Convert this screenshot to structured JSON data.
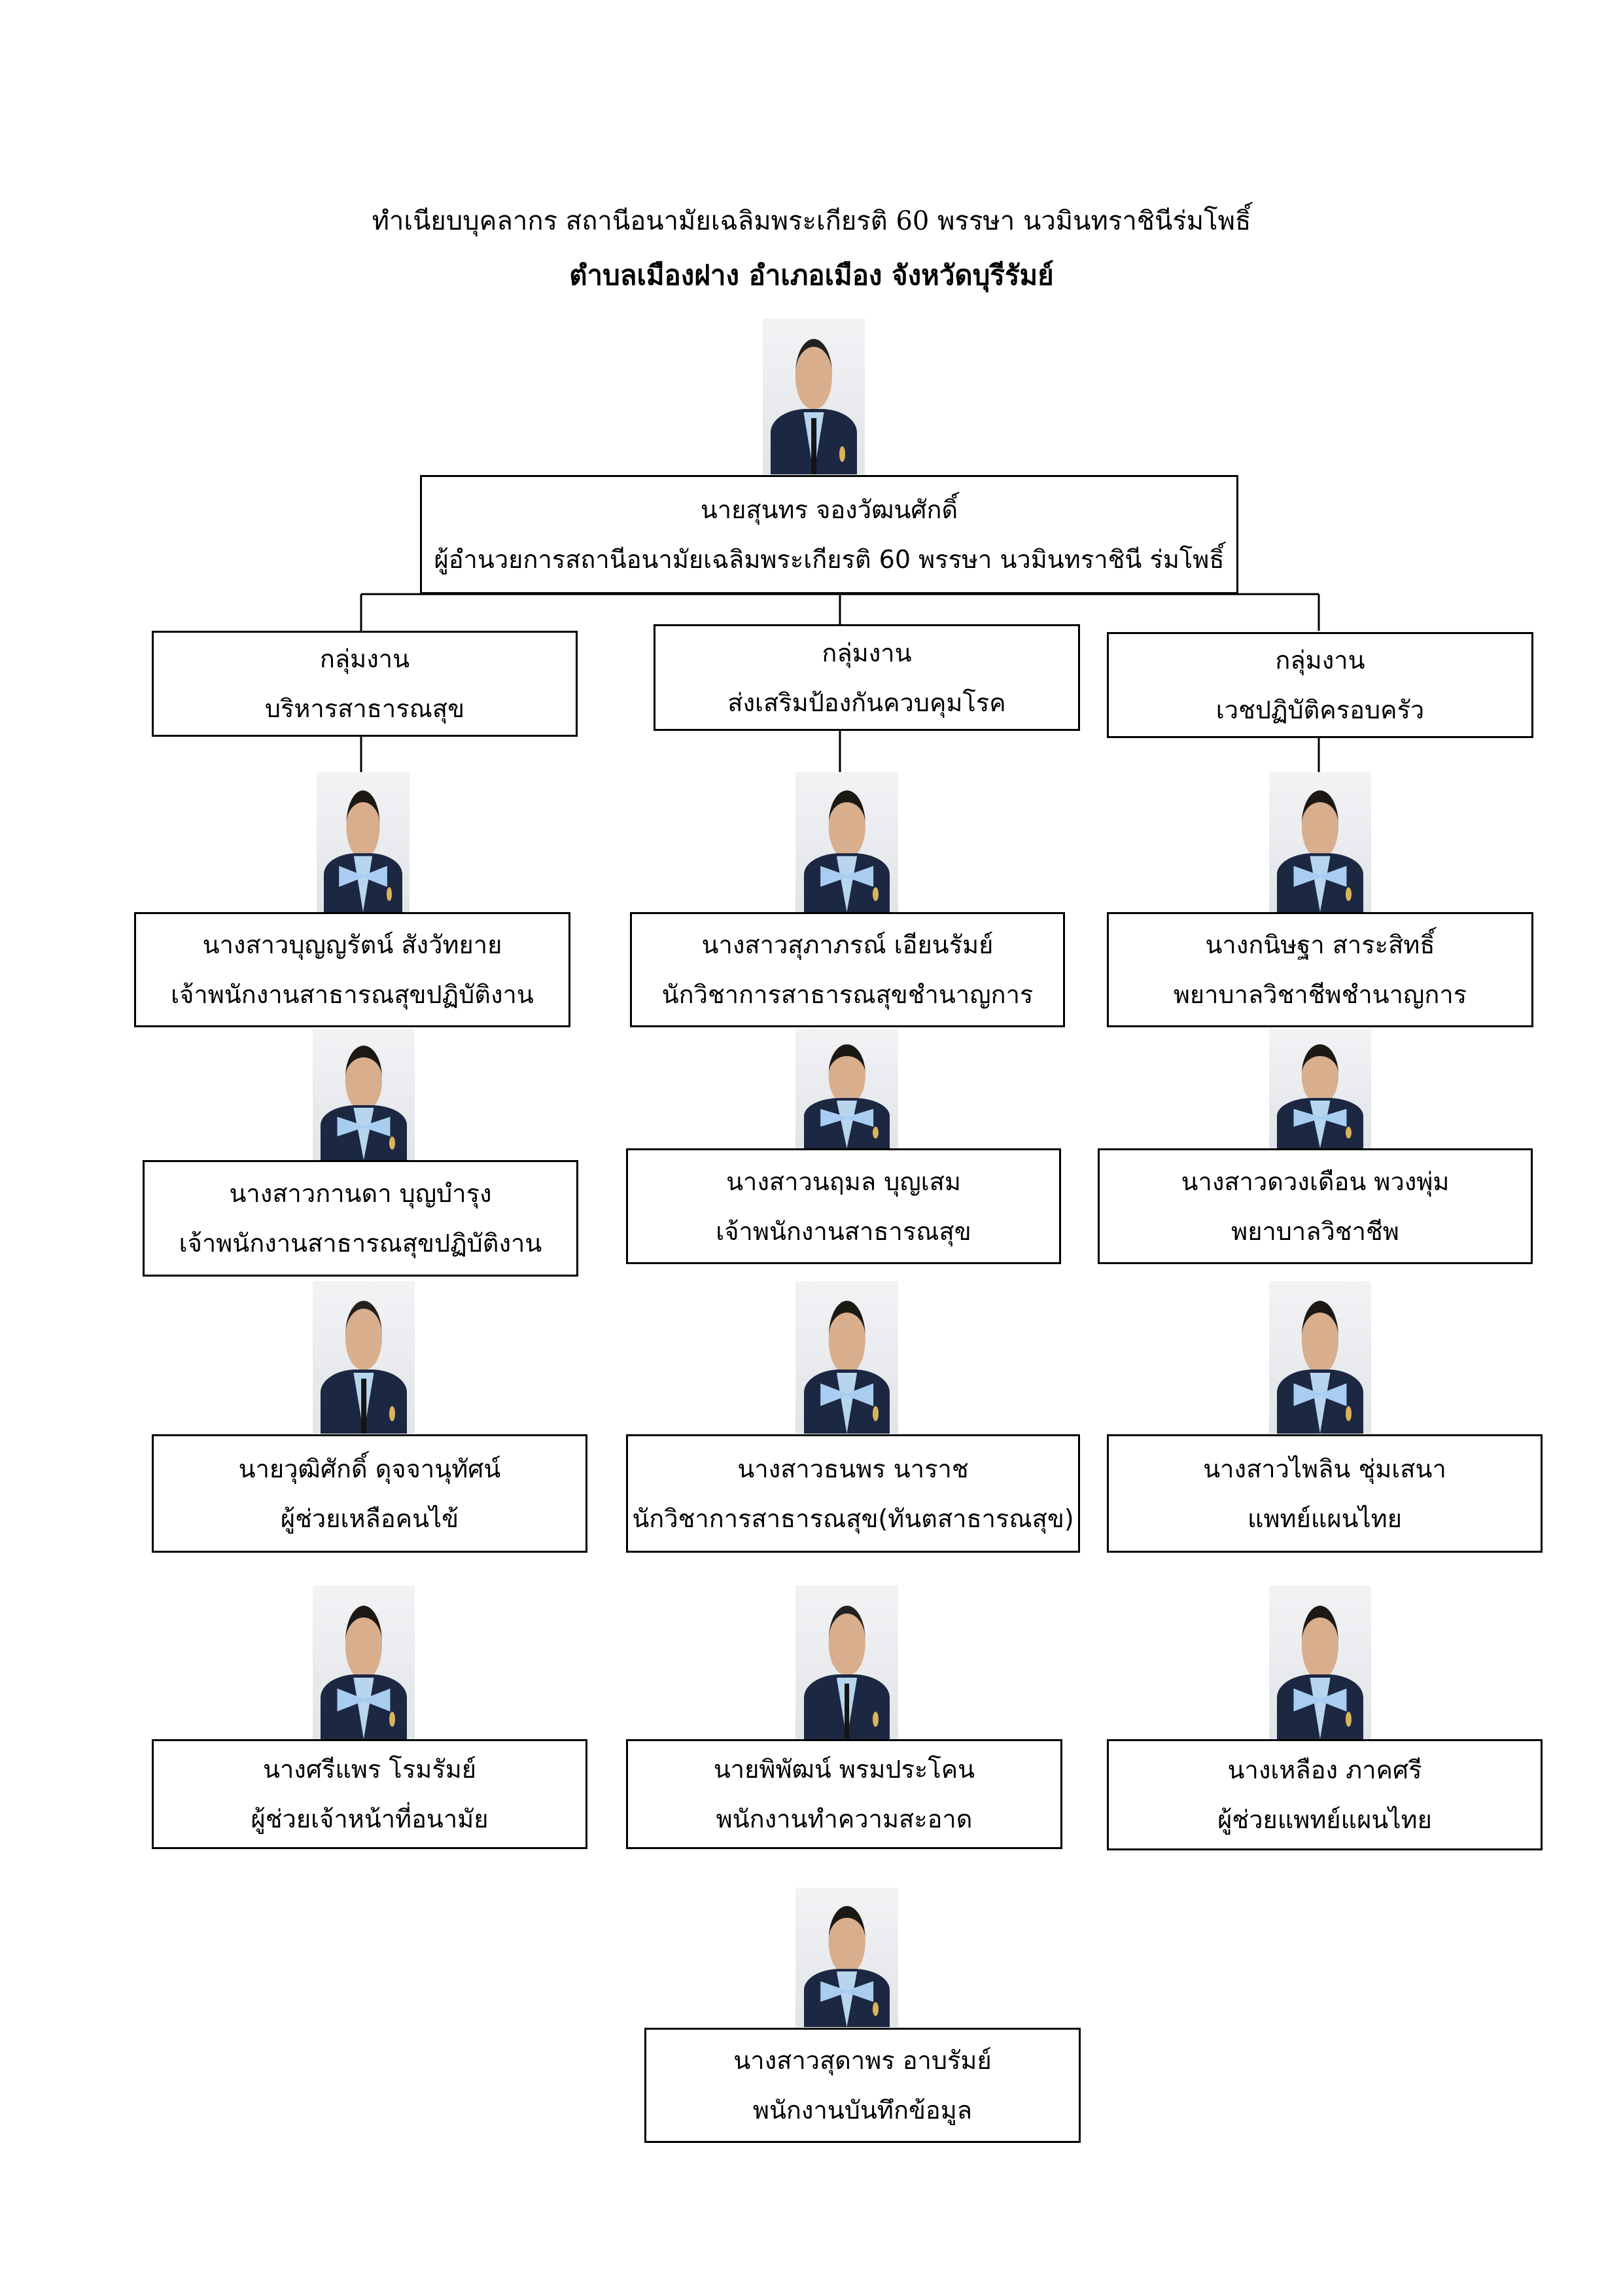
{
  "title": {
    "line1": "ทำเนียบบุคลากร สถานีอนามัยเฉลิมพระเกียรติ 60 พรรษา นวมินทราชินีร่มโพธิ์",
    "line2": "ตำบลเมืองฝาง อำเภอเมือง จังหวัดบุรีรัมย์"
  },
  "director": {
    "name": "นายสุนทร จองวัฒนศักดิ์",
    "position": "ผู้อำนวยการสถานีอนามัยเฉลิมพระเกียรติ 60 พรรษา นวมินทราชินี ร่มโพธิ์"
  },
  "groups": [
    {
      "label": "กลุ่มงาน",
      "name": "บริหารสาธารณสุข",
      "staff": [
        {
          "name": "นางสาวบุญญรัตน์ สังวัทยาย",
          "position": "เจ้าพนักงานสาธารณสุขปฏิบัติงาน"
        },
        {
          "name": "นางสาวกานดา บุญบำรุง",
          "position": "เจ้าพนักงานสาธารณสุขปฏิบัติงาน"
        },
        {
          "name": "นายวุฒิศักดิ์  ดุจจานุทัศน์",
          "position": "ผู้ช่วยเหลือคนไข้"
        },
        {
          "name": "นางศรีแพร โรมรัมย์",
          "position": "ผู้ช่วยเจ้าหน้าที่อนามัย"
        }
      ]
    },
    {
      "label": "กลุ่มงาน",
      "name": "ส่งเสริมป้องกันควบคุมโรค",
      "staff": [
        {
          "name": "นางสาวสุภาภรณ์ เอียนรัมย์",
          "position": "นักวิชาการสาธารณสุขชำนาญการ"
        },
        {
          "name": "นางสาวนฤมล บุญเสม",
          "position": "เจ้าพนักงานสาธารณสุข"
        },
        {
          "name": "นางสาวธนพร นาราช",
          "position": "นักวิชาการสาธารณสุข(ทันตสาธารณสุข)"
        },
        {
          "name": "นายพิพัฒน์ พรมประโคน",
          "position": "พนักงานทำความสะอาด"
        },
        {
          "name": "นางสาวสุดาพร อาบรัมย์",
          "position": "พนักงานบันทึกข้อมูล"
        }
      ]
    },
    {
      "label": "กลุ่มงาน",
      "name": "เวชปฏิบัติครอบครัว",
      "staff": [
        {
          "name": "นางกนิษฐา สาระสิทธิ์",
          "position": "พยาบาลวิชาชีพชำนาญการ"
        },
        {
          "name": "นางสาวดวงเดือน พวงพุ่ม",
          "position": "พยาบาลวิชาชีพ"
        },
        {
          "name": "นางสาวไพลิน ชุ่มเสนา",
          "position": "แพทย์แผนไทย"
        },
        {
          "name": "นางเหลือง ภาคศรี",
          "position": "ผู้ช่วยแพทย์แผนไทย"
        }
      ]
    }
  ]
}
